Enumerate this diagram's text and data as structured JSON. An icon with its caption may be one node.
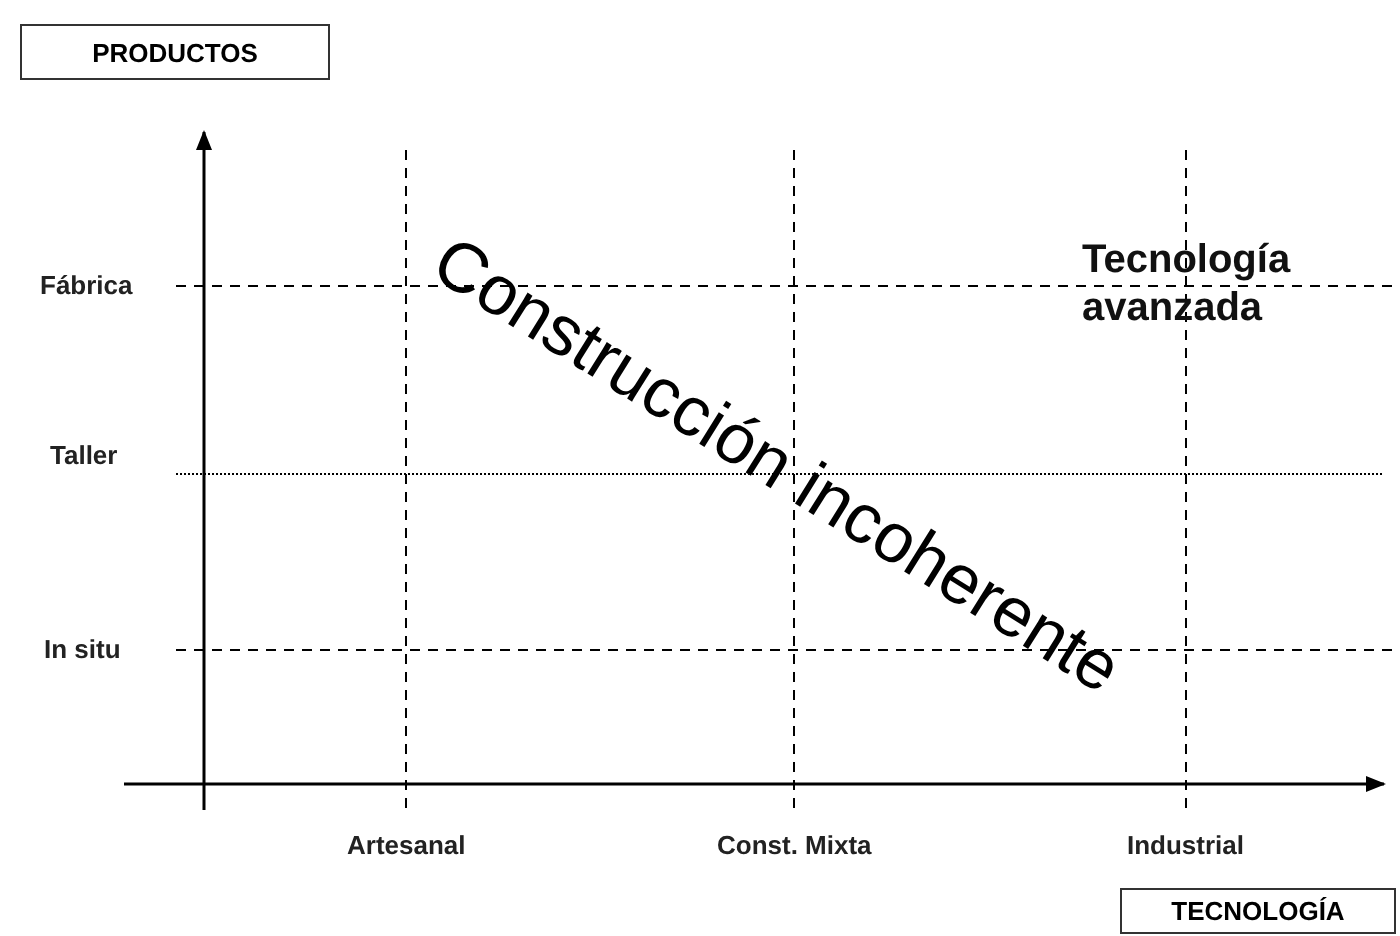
{
  "diagram": {
    "nodes": [
      {
        "text": [
          "PRODUCTOS"
        ]
      },
      {
        "text": [
          "TECNOLOGÍA"
        ]
      }
    ],
    "labels": [
      "Fábrica",
      "Tecnología avanzada",
      "Taller",
      "In situ",
      "Construcción incoherente",
      "Artesanal",
      "Const. Mixta",
      "Industrial"
    ]
  }
}
